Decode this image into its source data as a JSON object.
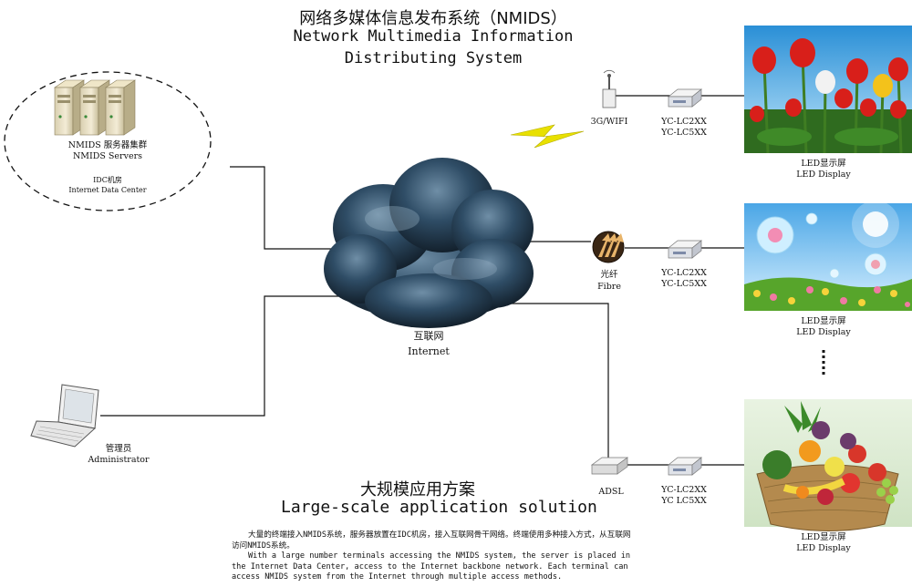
{
  "title": {
    "cn": "网络多媒体信息发布系统（NMIDS）",
    "en": "Network Multimedia Information Distributing System"
  },
  "servers": {
    "label_cn": "NMIDS 服务器集群",
    "label_en": "NMIDS Servers",
    "idc_cn": "IDC机房",
    "idc_en": "Internet Data Center"
  },
  "internet": {
    "cn": "互联网",
    "en": "Internet"
  },
  "admin": {
    "cn": "管理员",
    "en": "Administrator"
  },
  "links": {
    "wifi": "3G/WIFI",
    "fibre_cn": "光纤",
    "fibre_en": "Fibre",
    "adsl": "ADSL"
  },
  "controllers": [
    {
      "line1": "YC-LC2XX",
      "line2": "YC-LC5XX"
    },
    {
      "line1": "YC-LC2XX",
      "line2": "YC-LC5XX"
    },
    {
      "line1": "YC-LC2XX",
      "line2": "YC LC5XX"
    }
  ],
  "displays": [
    {
      "cn": "LED显示屏",
      "en": "LED Display"
    },
    {
      "cn": "LED显示屏",
      "en": "LED Display"
    },
    {
      "cn": "LED显示屏",
      "en": "LED Display"
    }
  ],
  "solution": {
    "cn": "大规模应用方案",
    "en": "Large-scale application solution",
    "desc_cn": "大量的终端接入NMIDS系统，服务器放置在IDC机房，接入互联网骨干网络。终端使用多种接入方式，从互联网访问NMIDS系统。",
    "desc_en": "With a large number terminals accessing the NMIDS system, the server is placed in the Internet Data Center, access to the Internet backbone network. Each terminal can access NMIDS system from the Internet through multiple access methods."
  },
  "colors": {
    "cloud": "#1f3547",
    "line": "#111111",
    "bolt": "#e8e000",
    "fibre_badge": "#3a2614"
  }
}
